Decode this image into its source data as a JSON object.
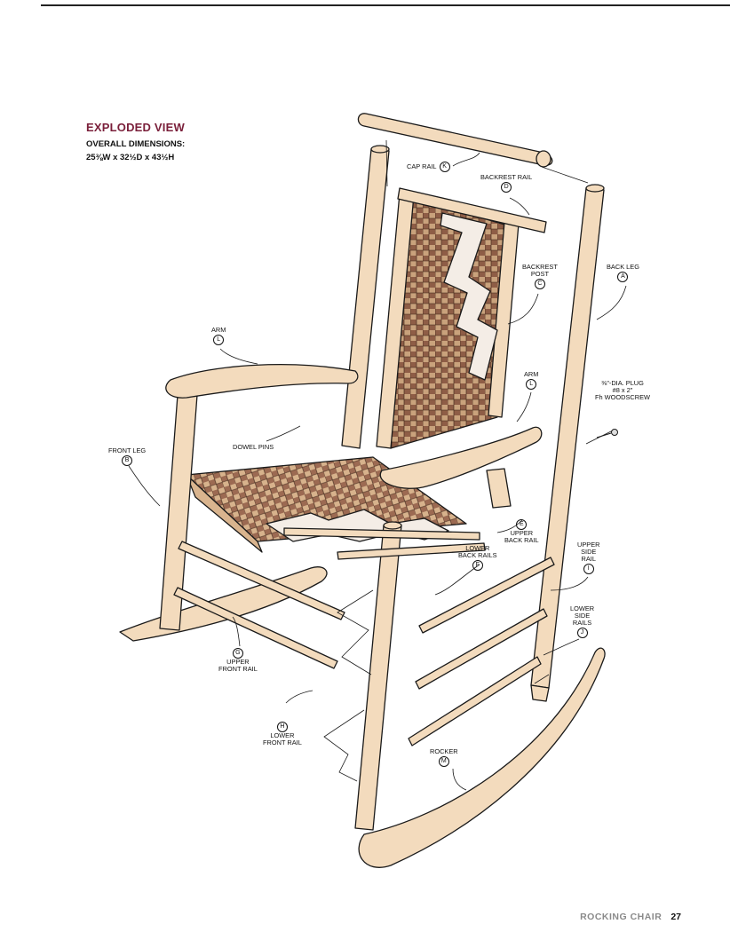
{
  "header": {
    "title": "EXPLODED VIEW",
    "dimensions_label": "OVERALL DIMENSIONS:",
    "dimensions_value": "25⅜W x 32½D x 43½H"
  },
  "labels": {
    "cap_rail": {
      "text": "CAP RAIL",
      "badge": "K"
    },
    "backrest_rail": {
      "text": "BACKREST RAIL",
      "badge": "D"
    },
    "backrest_post": {
      "line1": "BACKREST",
      "line2": "POST",
      "badge": "C"
    },
    "back_leg": {
      "text": "BACK LEG",
      "badge": "A"
    },
    "arm_left": {
      "text": "ARM",
      "badge": "L"
    },
    "arm_right": {
      "text": "ARM",
      "badge": "L"
    },
    "plug": {
      "line1": "⅜\"-DIA. PLUG",
      "line2": "#8 x 2\"",
      "line3": "Fh WOODSCREW"
    },
    "dowel_pins": {
      "text": "DOWEL PINS"
    },
    "front_leg": {
      "text": "FRONT LEG",
      "badge": "B"
    },
    "upper_back_rail": {
      "line1": "UPPER",
      "line2": "BACK RAIL",
      "badge": "E"
    },
    "lower_back_rails": {
      "line1": "LOWER",
      "line2": "BACK RAILS",
      "badge": "F"
    },
    "upper_side_rail": {
      "line1": "UPPER",
      "line2": "SIDE",
      "line3": "RAIL",
      "badge": "I"
    },
    "lower_side_rails": {
      "line1": "LOWER",
      "line2": "SIDE",
      "line3": "RAILS",
      "badge": "J"
    },
    "upper_front_rail": {
      "line1": "UPPER",
      "line2": "FRONT RAIL",
      "badge": "G"
    },
    "lower_front_rail": {
      "line1": "LOWER",
      "line2": "FRONT RAIL",
      "badge": "H"
    },
    "rocker": {
      "text": "ROCKER",
      "badge": "M"
    }
  },
  "footer": {
    "section": "ROCKING CHAIR",
    "page": "27"
  },
  "colors": {
    "wood": "#f2d9b8",
    "wood_dark": "#d9b48e",
    "outline": "#1a1a1a",
    "weave_dark": "#8a5a44",
    "weave_light": "#c8a07a",
    "title": "#7a1f3a"
  }
}
